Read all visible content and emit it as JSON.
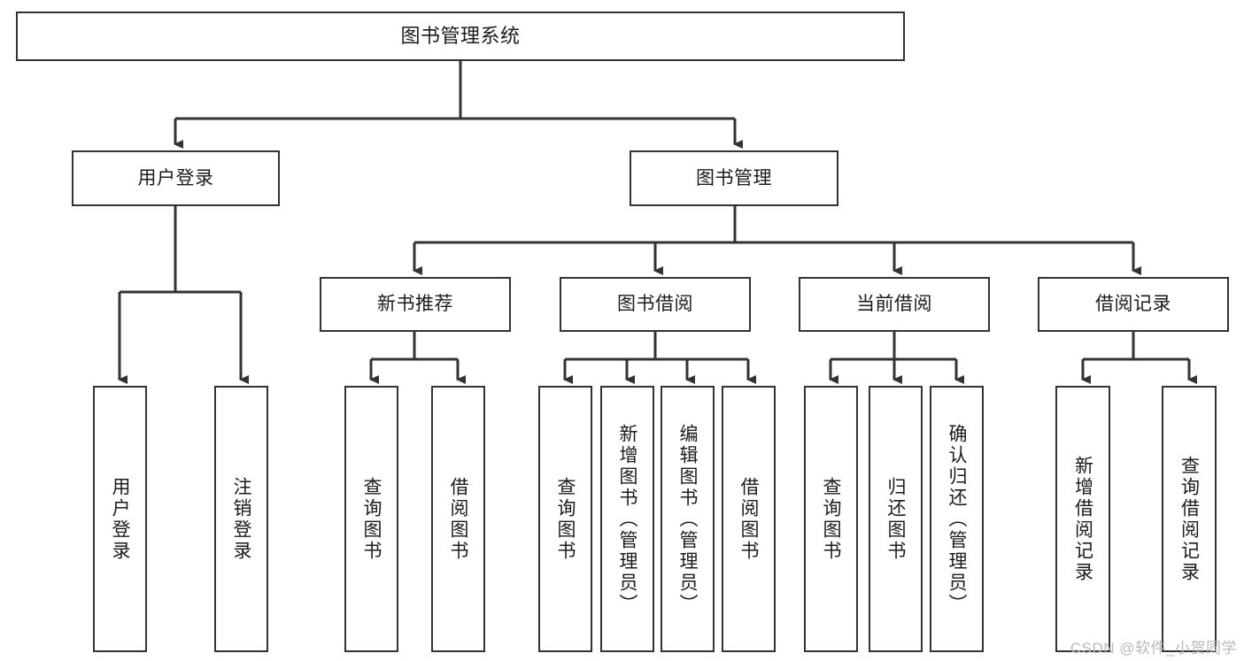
{
  "diagram": {
    "title": "图书管理系统",
    "type": "tree-hierarchy",
    "watermark": "CSDN @软件_小贺同学"
  },
  "root": {
    "label": "图书管理系统"
  },
  "level2": [
    {
      "id": "user-login",
      "label": "用户登录"
    },
    {
      "id": "book-management",
      "label": "图书管理"
    }
  ],
  "level3": [
    {
      "id": "new-book-recommend",
      "label": "新书推荐"
    },
    {
      "id": "book-borrow",
      "label": "图书借阅"
    },
    {
      "id": "current-borrow",
      "label": "当前借阅"
    },
    {
      "id": "borrow-record",
      "label": "借阅记录"
    }
  ],
  "leaves": [
    {
      "id": "leaf-user-login",
      "label": "用户登录"
    },
    {
      "id": "leaf-logout-login",
      "label": "注销登录"
    },
    {
      "id": "leaf-query-book-1",
      "label": "查询图书"
    },
    {
      "id": "leaf-borrow-book-1",
      "label": "借阅图书"
    },
    {
      "id": "leaf-query-book-2",
      "label": "查询图书"
    },
    {
      "id": "leaf-add-book",
      "label": "新增图书（管理员）"
    },
    {
      "id": "leaf-edit-book",
      "label": "编辑图书（管理员）"
    },
    {
      "id": "leaf-borrow-book-2",
      "label": "借阅图书"
    },
    {
      "id": "leaf-query-book-3",
      "label": "查询图书"
    },
    {
      "id": "leaf-return-book",
      "label": "归还图书"
    },
    {
      "id": "leaf-confirm-return",
      "label": "确认归还（管理员）"
    },
    {
      "id": "leaf-add-borrow-record",
      "label": "新增借阅记录"
    },
    {
      "id": "leaf-query-borrow-record",
      "label": "查询借阅记录"
    }
  ],
  "colors": {
    "stroke": "#333333",
    "box_fill": "#ffffff",
    "text": "#1b1b1b",
    "watermark": "#b9b9b9",
    "background": "#ffffff"
  }
}
